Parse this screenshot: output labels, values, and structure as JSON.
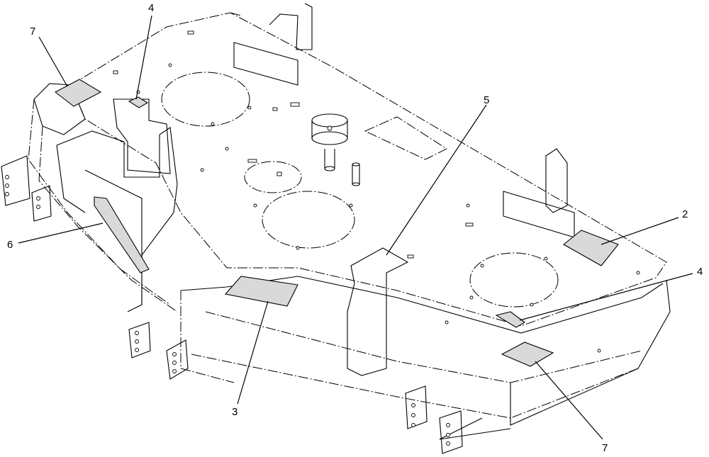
{
  "callouts": {
    "c7_top_left": "7",
    "c4_top": "4",
    "c5": "5",
    "c2": "2",
    "c6": "6",
    "c4_right": "4",
    "c3": "3",
    "c7_bottom_right": "7"
  }
}
